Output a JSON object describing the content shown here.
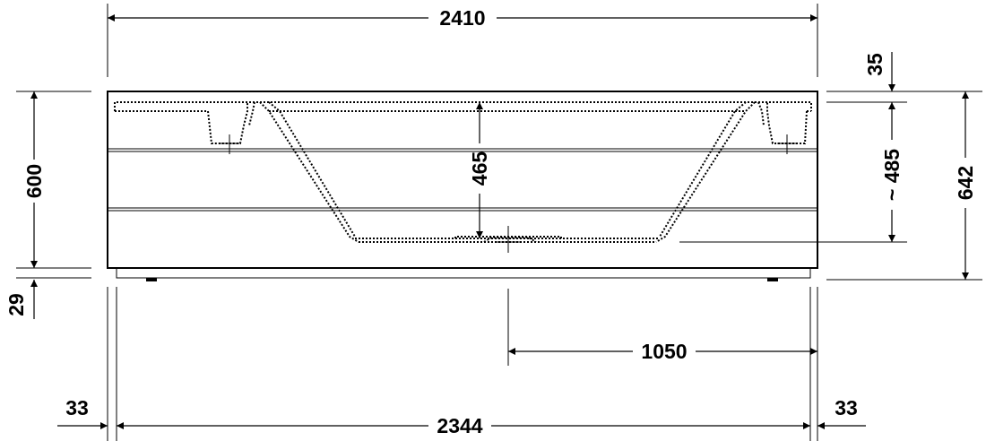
{
  "dimensions": {
    "overall_width": "2410",
    "rim_top": "35",
    "height_left": "600",
    "inner_depth": "465",
    "depth_approx": "~ 485",
    "height_right": "642",
    "foot_height": "29",
    "drain_offset": "1050",
    "side_left": "33",
    "inner_width": "2344",
    "side_right": "33"
  }
}
